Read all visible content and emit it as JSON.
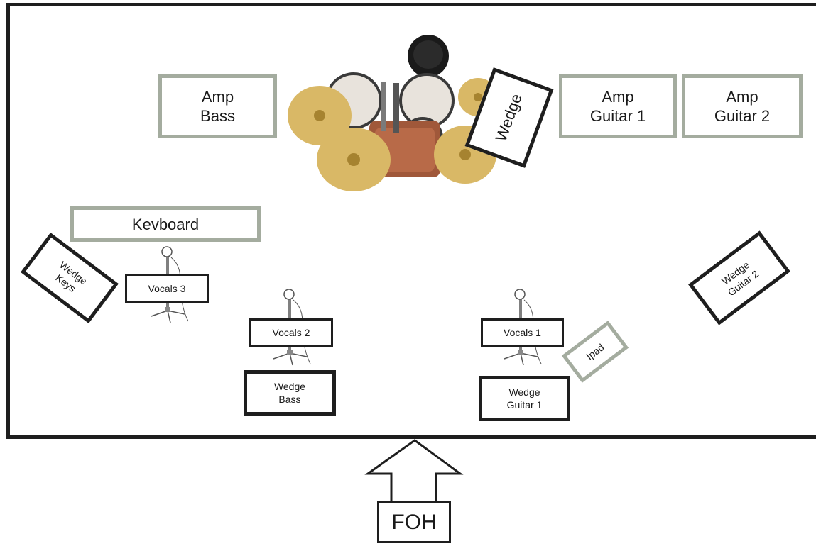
{
  "amps": {
    "bass": "Amp\nBass",
    "guitar1": "Amp\nGuitar 1",
    "guitar2": "Amp\nGuitar 2"
  },
  "keyboard": "Kevboard",
  "drum_wedge": "Wedge",
  "vocals": {
    "v1": "Vocals 1",
    "v2": "Vocals 2",
    "v3": "Vocals 3"
  },
  "wedges": {
    "keys": "Wedge\nKeys",
    "bass": "Wedge\nBass",
    "guitar1": "Wedge\nGuitar 1",
    "guitar2": "Wedge\nGuitar 2"
  },
  "ipad": "Ipad",
  "foh": "FOH",
  "colors": {
    "stage_border": "#1e1e1e",
    "amp_border": "#a4ac9f",
    "cymbal": "#d9b866",
    "shell": "#a0583a"
  }
}
